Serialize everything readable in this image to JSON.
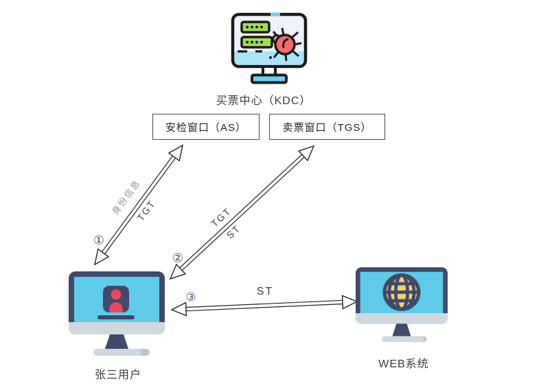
{
  "diagram": {
    "kdc": {
      "label": "买票中心（KDC）"
    },
    "as": {
      "label": "安检窗口（AS）"
    },
    "tgs": {
      "label": "卖票窗口（TGS）"
    },
    "user": {
      "label": "张三用户"
    },
    "web": {
      "label": "WEB系统"
    },
    "flows": [
      {
        "step": "①",
        "from": "张三用户",
        "to": "安检窗口（AS）",
        "labels": [
          "身份信息",
          "TGT"
        ]
      },
      {
        "step": "②",
        "from": "张三用户",
        "to": "卖票窗口（TGS）",
        "labels": [
          "TGT",
          "ST"
        ]
      },
      {
        "step": "③",
        "from": "张三用户",
        "to": "WEB系统",
        "labels": [
          "ST"
        ]
      }
    ],
    "colors": {
      "monitor_navy": "#414a68",
      "screen_cyan": "#5ecbe8",
      "person_red": "#e8495f",
      "bug_red": "#f8696a",
      "field_green": "#a3dd52",
      "globe_yellow": "#f2cd73",
      "bezel_gray": "#cfd9de",
      "kdc_band_cyan": "#a9e4f9",
      "identity_label_gray": "#8a93a6",
      "outline_black": "#1a1a1a"
    }
  }
}
